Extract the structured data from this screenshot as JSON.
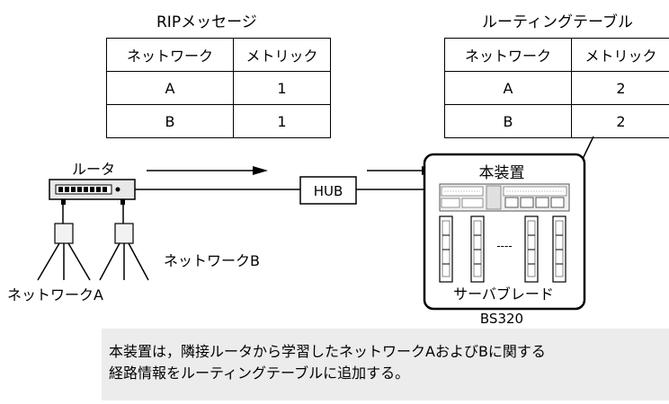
{
  "rip": {
    "title": "RIPメッセージ",
    "headers": [
      "ネットワーク",
      "メトリック"
    ],
    "rows": [
      [
        "A",
        "1"
      ],
      [
        "B",
        "1"
      ]
    ]
  },
  "routing": {
    "title": "ルーティングテーブル",
    "headers": [
      "ネットワーク",
      "メトリック"
    ],
    "rows": [
      [
        "A",
        "2"
      ],
      [
        "B",
        "2"
      ]
    ]
  },
  "labels": {
    "router": "ルータ",
    "hub": "HUB",
    "device": "本装置",
    "blades": "サーバブレード",
    "model": "BS320",
    "dots": "----",
    "network_a": "ネットワークA",
    "network_b": "ネットワークB"
  },
  "note": {
    "line1": "本装置は，隣接ルータから学習したネットワークAおよびBに関する",
    "line2": "経路情報をルーティングテーブルに追加する。"
  }
}
